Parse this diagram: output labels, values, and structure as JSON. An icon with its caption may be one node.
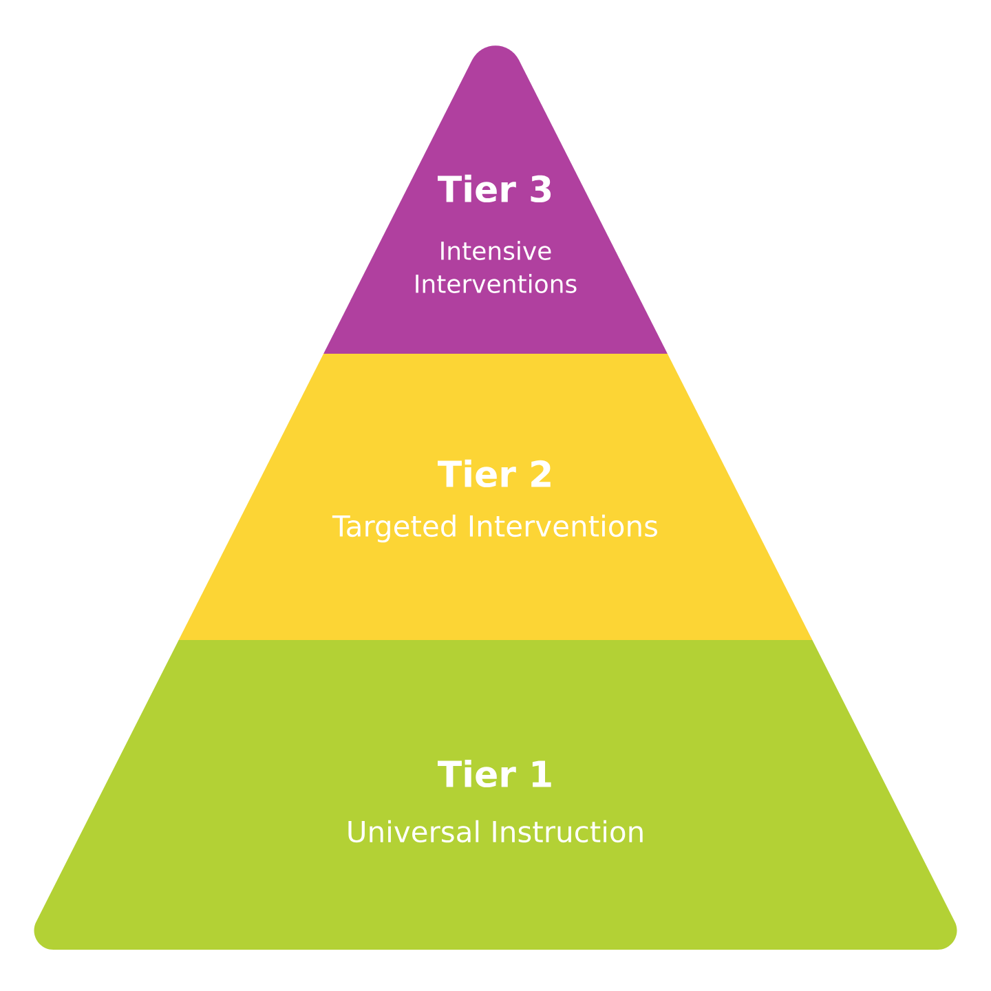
{
  "diagram": {
    "nodes": [
      {
        "text": [
          "Tier 3",
          "Intensive Interventions"
        ]
      },
      {
        "text": [
          "Tier 2",
          "Targeted Interventions"
        ]
      },
      {
        "text": [
          "Tier 1",
          "Universal Instruction"
        ]
      }
    ]
  }
}
